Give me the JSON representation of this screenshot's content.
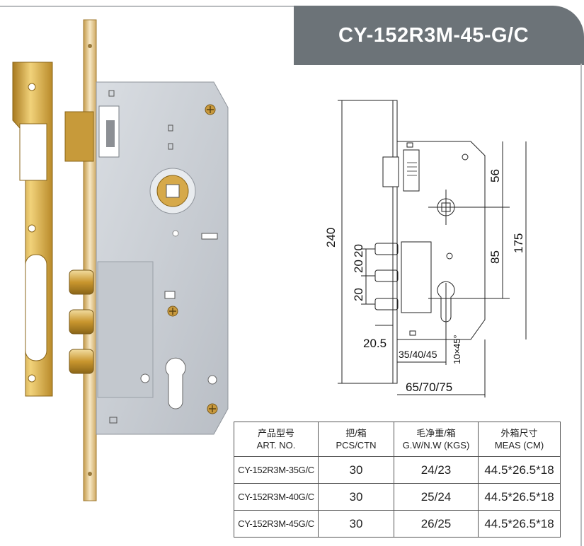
{
  "title": "CY-152R3M-45-G/C",
  "colors": {
    "header": "#6c7378",
    "brass": "#d2a53a",
    "plate": "#c7ccd2"
  },
  "dimensions": {
    "total_height": "240",
    "spacing_1": "20",
    "spacing_2": "20",
    "spacing_3": "20",
    "dim_56": "56",
    "dim_85": "85",
    "dim_175": "175",
    "dim_20_5": "20.5",
    "backset": "35/40/45",
    "chamfer": "10×45°",
    "width": "65/70/75"
  },
  "table": {
    "headers": [
      {
        "cn": "产品型号",
        "en": "ART. NO."
      },
      {
        "cn": "把/箱",
        "en": "PCS/CTN"
      },
      {
        "cn": "毛净重/箱",
        "en": "G.W/N.W (KGS)"
      },
      {
        "cn": "外箱尺寸",
        "en": "MEAS (CM)"
      }
    ],
    "rows": [
      {
        "art": "CY-152R3M-35G/C",
        "pcs": "30",
        "gw": "24/23",
        "meas": "44.5*26.5*18"
      },
      {
        "art": "CY-152R3M-40G/C",
        "pcs": "30",
        "gw": "25/24",
        "meas": "44.5*26.5*18"
      },
      {
        "art": "CY-152R3M-45G/C",
        "pcs": "30",
        "gw": "26/25",
        "meas": "44.5*26.5*18"
      }
    ]
  }
}
